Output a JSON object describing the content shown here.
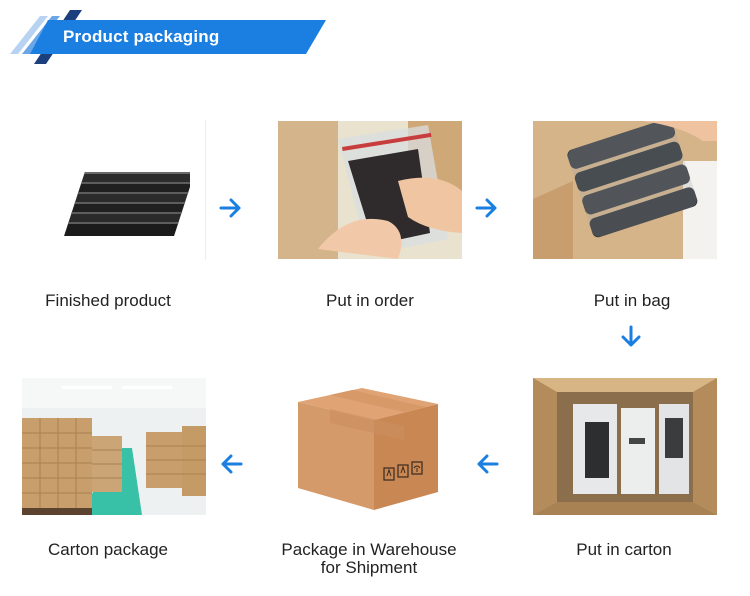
{
  "header": {
    "title": "Product packaging"
  },
  "colors": {
    "banner": "#1a7fe0",
    "banner_dark": "#123f8c",
    "stripe": "#1c3f7e",
    "arrow": "#1a7fe0"
  },
  "steps": [
    {
      "caption": "Finished product",
      "image": "black-plastic-strips"
    },
    {
      "caption": "Put in order",
      "image": "hands-zip-bag"
    },
    {
      "caption": "Put in bag",
      "image": "bagged-items-in-box"
    },
    {
      "caption": "Put in carton",
      "image": "open-carton-with-items"
    },
    {
      "caption_line1": "Package in Warehouse",
      "caption_line2": "for Shipment",
      "image": "closed-cardboard-box"
    },
    {
      "caption": "Carton package",
      "image": "warehouse-cartons"
    }
  ],
  "arrows": [
    {
      "direction": "right",
      "icon": "arrow-right-icon"
    },
    {
      "direction": "right",
      "icon": "arrow-right-icon"
    },
    {
      "direction": "down",
      "icon": "arrow-down-icon"
    },
    {
      "direction": "left",
      "icon": "arrow-left-icon"
    },
    {
      "direction": "left",
      "icon": "arrow-left-icon"
    }
  ]
}
